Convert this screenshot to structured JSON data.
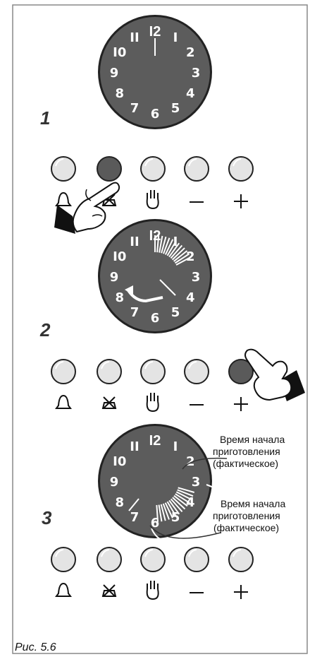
{
  "figure_caption": "Рис. 5.6",
  "colors": {
    "dial_face": "#5c5c5c",
    "dial_rim": "#222222",
    "button_light": "#e4e4e4",
    "button_pressed": "#5a5a5a",
    "frame": "#888888"
  },
  "dial_numbers": [
    "I2",
    "I",
    "2",
    "3",
    "4",
    "5",
    "6",
    "7",
    "8",
    "9",
    "I0",
    "II"
  ],
  "buttons": [
    {
      "name": "timer-button",
      "icon": "bell-icon"
    },
    {
      "name": "cooking-end-button",
      "icon": "pot-off-icon"
    },
    {
      "name": "manual-button",
      "icon": "hand-icon"
    },
    {
      "name": "minus-button",
      "icon": "minus-icon"
    },
    {
      "name": "plus-button",
      "icon": "plus-icon"
    }
  ],
  "steps": [
    {
      "label": "1",
      "pressed_button": 1
    },
    {
      "label": "2",
      "pressed_button": 4
    },
    {
      "label": "3",
      "pressed_button": -1
    }
  ],
  "annotations": {
    "start_time_top": [
      "Время начала",
      "приготовления",
      "(фактическое)"
    ],
    "start_time_bottom": [
      "Время начала",
      "приготовления",
      "(фактическое)"
    ]
  }
}
